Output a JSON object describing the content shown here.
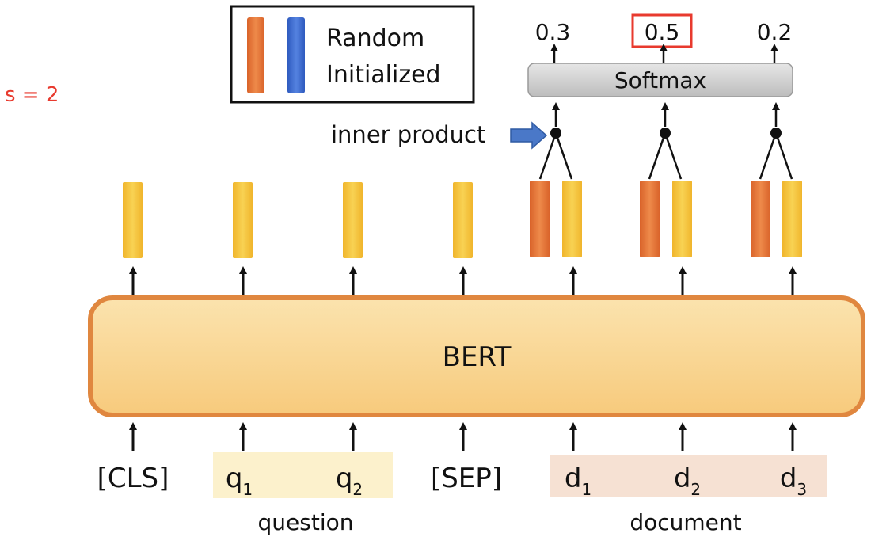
{
  "annotation": {
    "text": "s = 2",
    "color": "#e83a2e"
  },
  "legend": {
    "line1": "Random",
    "line2": "Initialized"
  },
  "bert": {
    "label": "BERT"
  },
  "softmax": {
    "label": "Softmax"
  },
  "inner_product": {
    "label": "inner product"
  },
  "outputs": [
    {
      "value": "0.3",
      "highlighted": false
    },
    {
      "value": "0.5",
      "highlighted": true
    },
    {
      "value": "0.2",
      "highlighted": false
    }
  ],
  "tokens": [
    {
      "base": "[CLS]",
      "sub": ""
    },
    {
      "base": "q",
      "sub": "1"
    },
    {
      "base": "q",
      "sub": "2"
    },
    {
      "base": "[SEP]",
      "sub": ""
    },
    {
      "base": "d",
      "sub": "1"
    },
    {
      "base": "d",
      "sub": "2"
    },
    {
      "base": "d",
      "sub": "3"
    }
  ],
  "groups": {
    "question": "question",
    "document": "document"
  },
  "colors": {
    "orange_vector": "#e8793a",
    "yellow_vector": "#f4c33a",
    "blue_vector": "#3f6fd1",
    "bert_fill": "#f9d48f",
    "bert_border": "#e0873f",
    "question_bg": "#fcf1cc",
    "document_bg": "#f6e1d3",
    "highlight_box": "#e83a2e",
    "softmax_fill": "#cfcfcf"
  }
}
